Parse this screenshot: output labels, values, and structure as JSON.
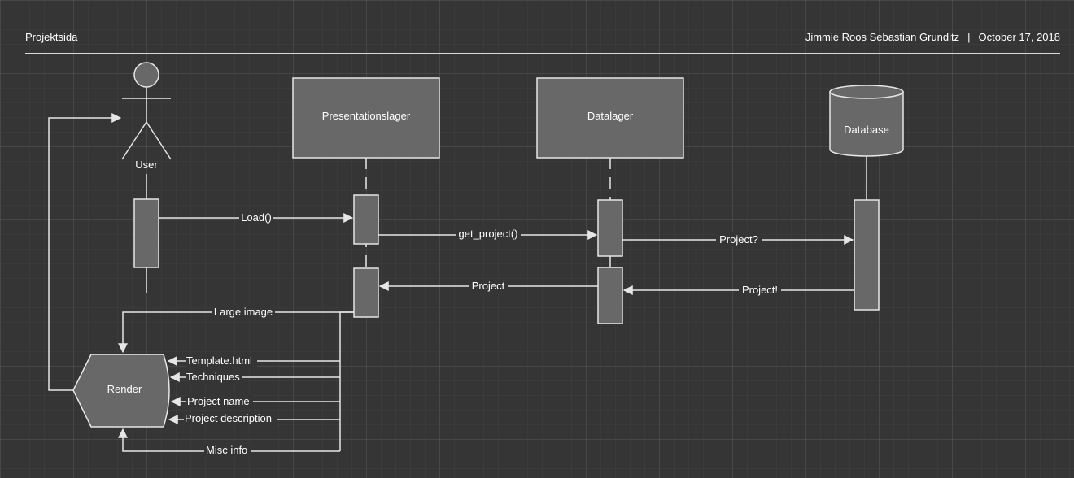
{
  "header": {
    "title": "Projektsida",
    "authors": "Jimmie Roos  Sebastian Grunditz",
    "separator": "|",
    "date": "October 17, 2018"
  },
  "actors": {
    "user": "User",
    "presentation": "Presentationslager",
    "data_layer": "Datalager",
    "database": "Database",
    "render": "Render"
  },
  "messages": {
    "load": "Load()",
    "get_project": "get_project()",
    "project_query": "Project?",
    "project_reply_db": "Project!",
    "project_reply": "Project",
    "large_image": "Large image",
    "template": "Template.html",
    "techniques": "Techniques",
    "project_name": "Project name",
    "project_description": "Project description",
    "misc_info": "Misc info"
  }
}
